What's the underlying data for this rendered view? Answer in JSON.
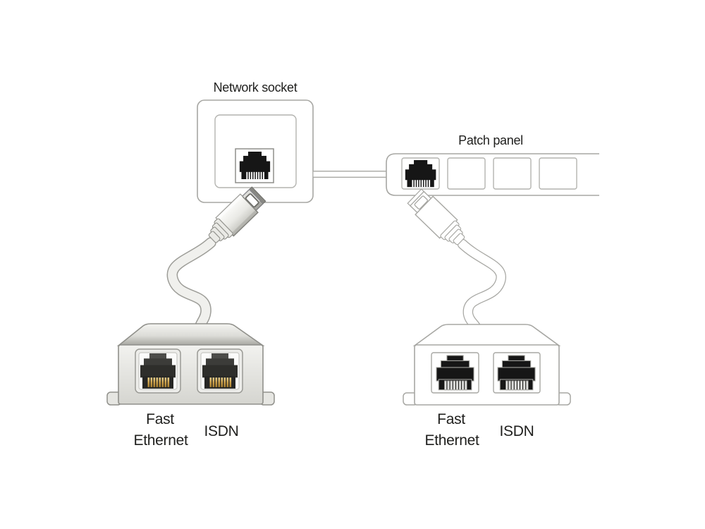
{
  "colors": {
    "background": "#ffffff",
    "outline_gray": "#a7a7a3",
    "dark_outline": "#8f8f8b",
    "jack_black": "#161616",
    "adapter_body_light": "#f2f2ef",
    "adapter_body_shadow": "#a4a49e",
    "pin_gold": "#cda04a",
    "text": "#1f1f1d"
  },
  "network_socket": {
    "label": "Network socket",
    "ports": 1
  },
  "patch_panel": {
    "label": "Patch panel",
    "visible_ports": 4,
    "connected_port_index": 1
  },
  "adapter_left": {
    "style": "shaded",
    "port1": {
      "label": "Fast Ethernet",
      "label_line1": "Fast",
      "label_line2": "Ethernet"
    },
    "port2": {
      "label": "ISDN"
    }
  },
  "adapter_right": {
    "style": "outline",
    "port1": {
      "label": "Fast Ethernet",
      "label_line1": "Fast",
      "label_line2": "Ethernet"
    },
    "port2": {
      "label": "ISDN"
    }
  }
}
